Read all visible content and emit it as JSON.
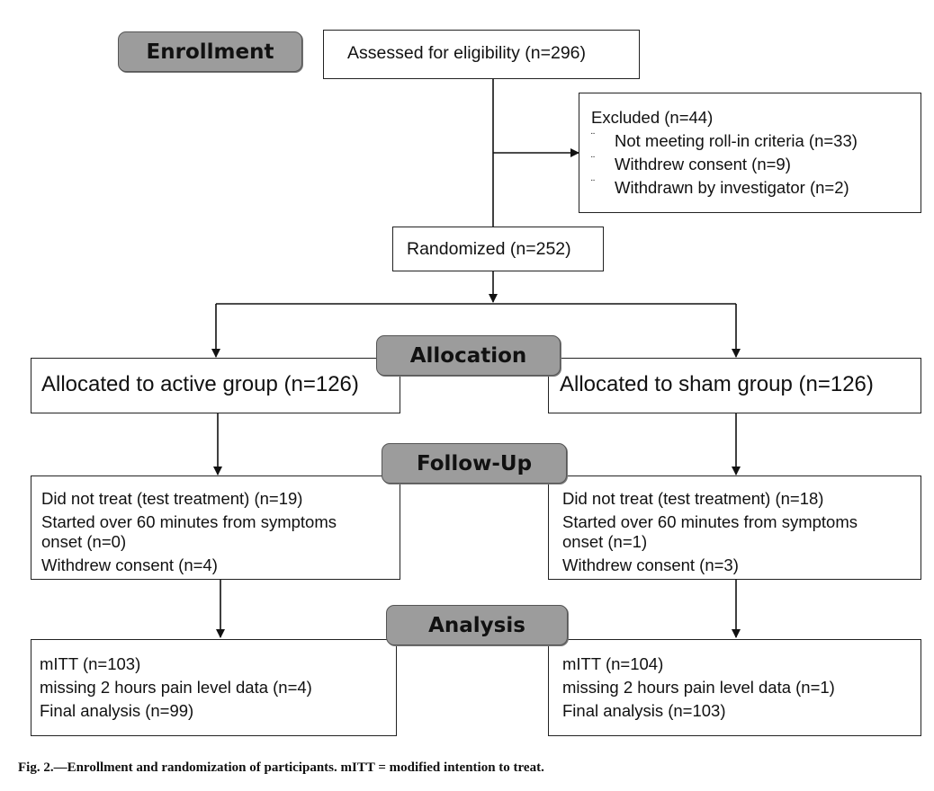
{
  "stages": {
    "enrollment": "Enrollment",
    "allocation": "Allocation",
    "followup": "Follow-Up",
    "analysis": "Analysis"
  },
  "assessed": "Assessed for eligibility (n=296)",
  "excluded": {
    "title": "Excluded  (n=44)",
    "bullet": "¨",
    "items": [
      "Not meeting roll-in criteria (n=33)",
      "Withdrew consent (n=9)",
      "Withdrawn by investigator  (n=2)"
    ]
  },
  "randomized": "Randomized (n=252)",
  "active": {
    "allocated": "Allocated to active group (n=126)",
    "followup": [
      "Did not treat (test treatment)  (n=19)",
      "Started over 60 minutes from symptoms",
      "onset (n=0)",
      "Withdrew consent (n=4)"
    ],
    "analysis": [
      "mITT  (n=103)",
      "missing 2 hours pain level data (n=4)",
      "Final analysis  (n=99)"
    ]
  },
  "sham": {
    "allocated": "Allocated to sham group (n=126)",
    "followup": [
      "Did not treat (test treatment)  (n=18)",
      "Started over 60 minutes from symptoms",
      "onset (n=1)",
      "Withdrew consent  (n=3)"
    ],
    "analysis": [
      "mITT  (n=104)",
      "missing 2 hours pain level data (n=1)",
      "Final analysis  (n=103)"
    ]
  },
  "caption": "Fig. 2.—Enrollment and randomization of participants. mITT = modified intention to treat."
}
